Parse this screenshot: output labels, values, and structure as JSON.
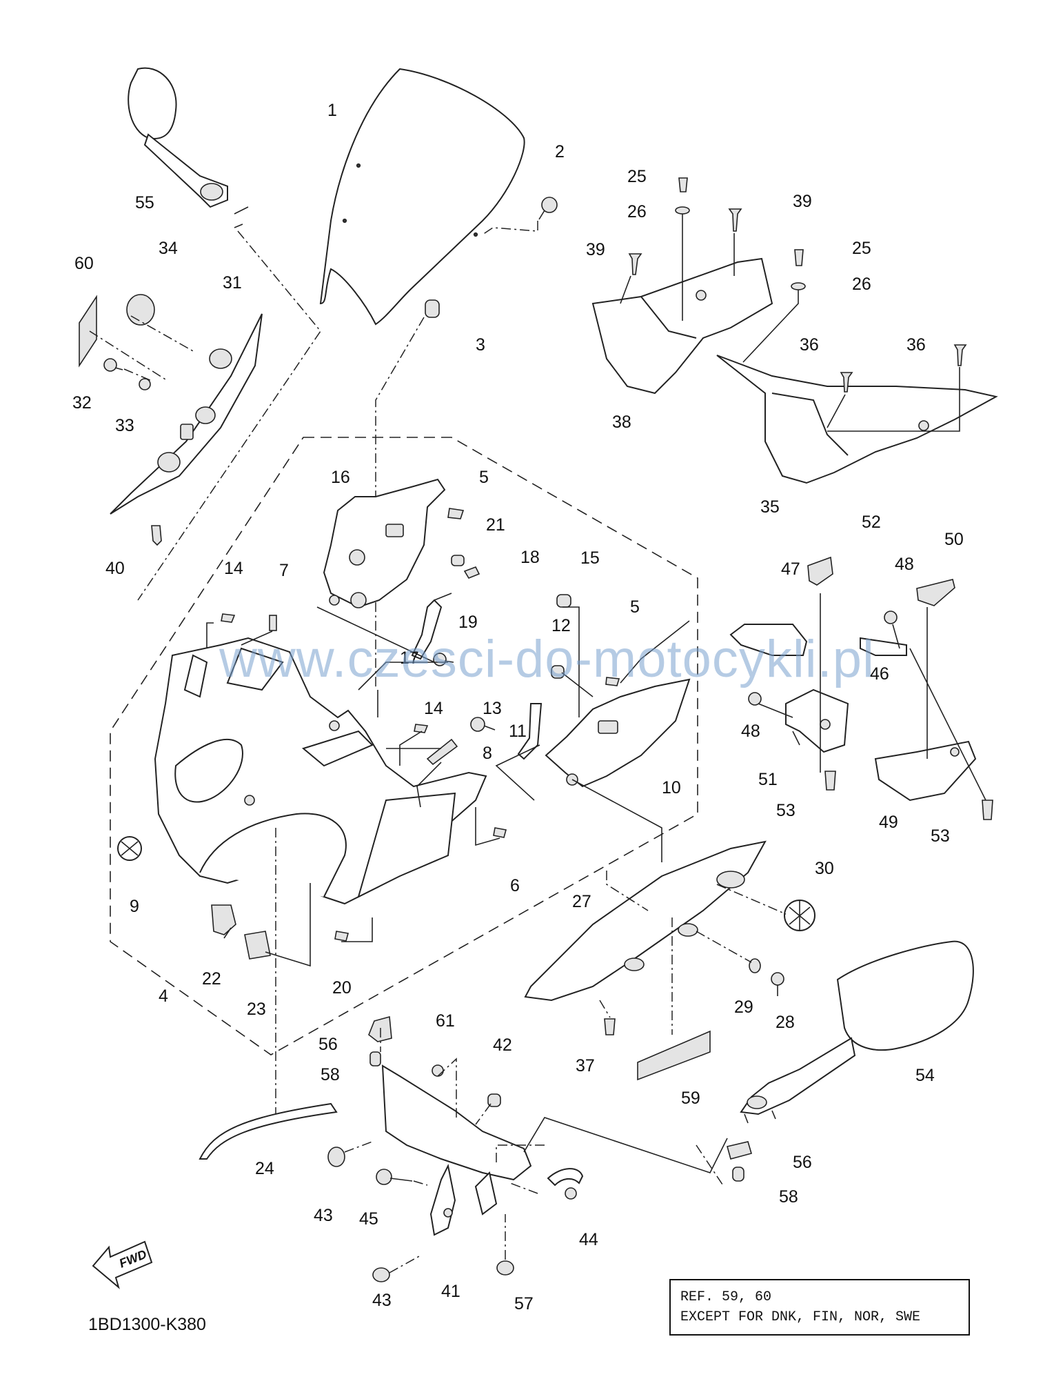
{
  "watermark": "www.czesci-do-motocykli.pl",
  "catalog_code": "1BD1300-K380",
  "fwd_label": "FWD",
  "reference_note": {
    "line1": "REF. 59, 60",
    "line2": "EXCEPT FOR DNK, FIN, NOR, SWE"
  },
  "callouts": [
    {
      "id": "c1",
      "text": "1"
    },
    {
      "id": "c2",
      "text": "2"
    },
    {
      "id": "c3",
      "text": "3"
    },
    {
      "id": "c4",
      "text": "4"
    },
    {
      "id": "c5a",
      "text": "5"
    },
    {
      "id": "c5b",
      "text": "5"
    },
    {
      "id": "c6",
      "text": "6"
    },
    {
      "id": "c7",
      "text": "7"
    },
    {
      "id": "c8",
      "text": "8"
    },
    {
      "id": "c9",
      "text": "9"
    },
    {
      "id": "c10",
      "text": "10"
    },
    {
      "id": "c11",
      "text": "11"
    },
    {
      "id": "c12",
      "text": "12"
    },
    {
      "id": "c13",
      "text": "13"
    },
    {
      "id": "c14a",
      "text": "14"
    },
    {
      "id": "c14b",
      "text": "14"
    },
    {
      "id": "c15",
      "text": "15"
    },
    {
      "id": "c16",
      "text": "16"
    },
    {
      "id": "c17",
      "text": "17"
    },
    {
      "id": "c18",
      "text": "18"
    },
    {
      "id": "c19",
      "text": "19"
    },
    {
      "id": "c20",
      "text": "20"
    },
    {
      "id": "c21",
      "text": "21"
    },
    {
      "id": "c22",
      "text": "22"
    },
    {
      "id": "c23",
      "text": "23"
    },
    {
      "id": "c24",
      "text": "24"
    },
    {
      "id": "c25a",
      "text": "25"
    },
    {
      "id": "c25b",
      "text": "25"
    },
    {
      "id": "c26a",
      "text": "26"
    },
    {
      "id": "c26b",
      "text": "26"
    },
    {
      "id": "c27",
      "text": "27"
    },
    {
      "id": "c28",
      "text": "28"
    },
    {
      "id": "c29",
      "text": "29"
    },
    {
      "id": "c30",
      "text": "30"
    },
    {
      "id": "c31",
      "text": "31"
    },
    {
      "id": "c32",
      "text": "32"
    },
    {
      "id": "c33",
      "text": "33"
    },
    {
      "id": "c34",
      "text": "34"
    },
    {
      "id": "c35",
      "text": "35"
    },
    {
      "id": "c36a",
      "text": "36"
    },
    {
      "id": "c36b",
      "text": "36"
    },
    {
      "id": "c37",
      "text": "37"
    },
    {
      "id": "c38",
      "text": "38"
    },
    {
      "id": "c39a",
      "text": "39"
    },
    {
      "id": "c39b",
      "text": "39"
    },
    {
      "id": "c40",
      "text": "40"
    },
    {
      "id": "c41",
      "text": "41"
    },
    {
      "id": "c42",
      "text": "42"
    },
    {
      "id": "c43a",
      "text": "43"
    },
    {
      "id": "c43b",
      "text": "43"
    },
    {
      "id": "c44",
      "text": "44"
    },
    {
      "id": "c45",
      "text": "45"
    },
    {
      "id": "c46",
      "text": "46"
    },
    {
      "id": "c47",
      "text": "47"
    },
    {
      "id": "c48a",
      "text": "48"
    },
    {
      "id": "c48b",
      "text": "48"
    },
    {
      "id": "c49",
      "text": "49"
    },
    {
      "id": "c50",
      "text": "50"
    },
    {
      "id": "c51",
      "text": "51"
    },
    {
      "id": "c52",
      "text": "52"
    },
    {
      "id": "c53a",
      "text": "53"
    },
    {
      "id": "c53b",
      "text": "53"
    },
    {
      "id": "c54",
      "text": "54"
    },
    {
      "id": "c55",
      "text": "55"
    },
    {
      "id": "c56a",
      "text": "56"
    },
    {
      "id": "c56b",
      "text": "56"
    },
    {
      "id": "c57",
      "text": "57"
    },
    {
      "id": "c58a",
      "text": "58"
    },
    {
      "id": "c58b",
      "text": "58"
    },
    {
      "id": "c59",
      "text": "59"
    },
    {
      "id": "c60",
      "text": "60"
    },
    {
      "id": "c61",
      "text": "61"
    }
  ]
}
